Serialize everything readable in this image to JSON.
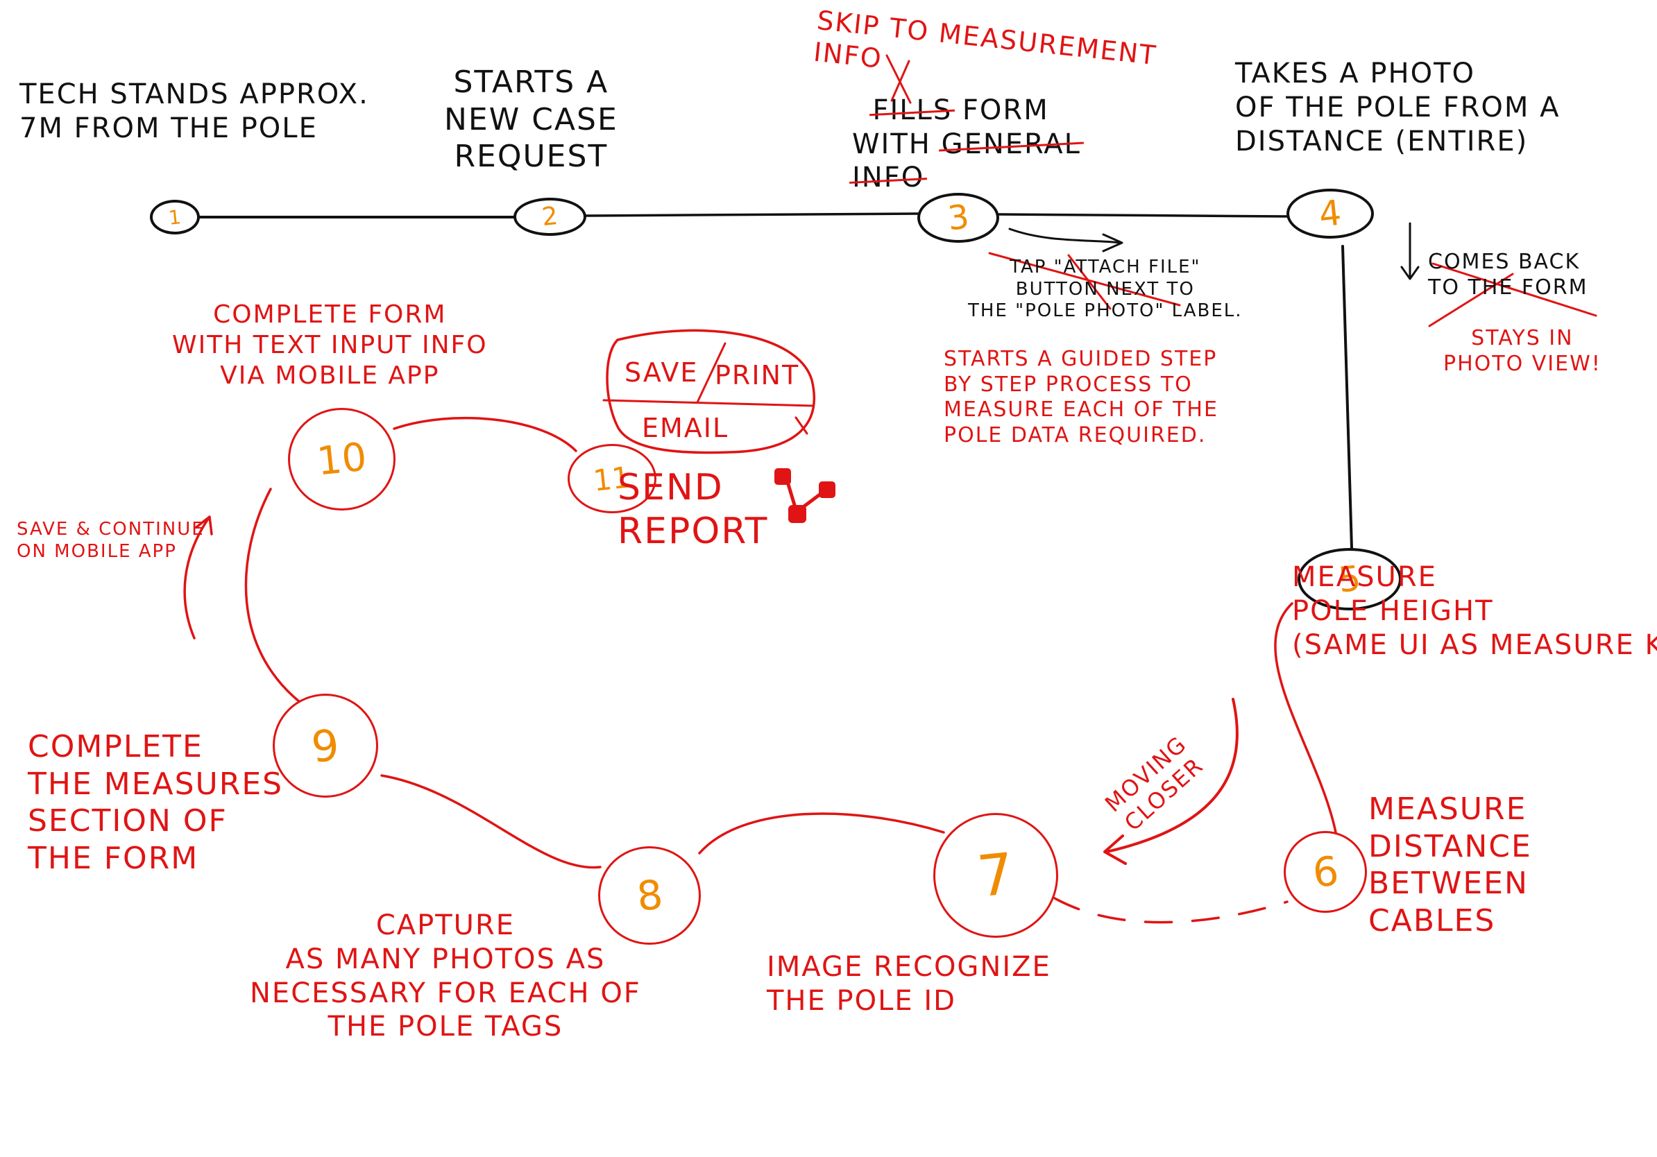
{
  "colors": {
    "ink": "#111111",
    "red_ink": "#e01414",
    "number_orange": "#f08c00",
    "background": "#ffffff"
  },
  "steps": [
    {
      "number": "1",
      "text": "Tech stands approx.\n7m from the pole",
      "ring": "black"
    },
    {
      "number": "2",
      "text": "Starts a\nnew case\nrequest",
      "ring": "black"
    },
    {
      "number": "3",
      "text": "Fills form\nwith general\ninfo",
      "ring": "black",
      "struck_words": [
        "Fills",
        "general",
        "info"
      ],
      "correction": "Skip to measurement\ninfo"
    },
    {
      "number": "4",
      "text": "Takes a photo\nof the pole from a\ndistance (entire)",
      "ring": "black"
    },
    {
      "number": "5",
      "text": "Measure\npole height\n(same UI as measure kit)",
      "ring": "black"
    },
    {
      "number": "6",
      "text": "Measure\ndistance\nbetween\ncables",
      "ring": "red"
    },
    {
      "number": "7",
      "text": "Image recognize\nthe pole ID",
      "ring": "red"
    },
    {
      "number": "8",
      "text": "Capture\nas many photos as\nnecessary for each of\nthe pole tags",
      "ring": "red"
    },
    {
      "number": "9",
      "text": "Complete\nthe measures\nsection of\nthe form",
      "ring": "red"
    },
    {
      "number": "10",
      "text": "Complete form\nwith text input info\nvia mobile app",
      "ring": "red"
    },
    {
      "number": "11",
      "text": "Send\nreport",
      "ring": "red"
    }
  ],
  "notes": {
    "step3_black": "Tap \"attach file\"\nbutton next to\nthe \"pole photo\" label.",
    "step3_red": "Starts a guided step\nby step process to\nmeasure each of the\npole data required.",
    "step4_struck": "Comes back\nto the form",
    "step4_red": "Stays in\nphoto view!",
    "moving_closer": "Moving\ncloser",
    "save_continue": "Save & continue\non mobile app",
    "report_options": [
      "Save",
      "Print",
      "Email"
    ]
  },
  "icons": [
    "share-icon",
    "down-arrow-icon",
    "right-arrow-icon",
    "curved-arrow-icon"
  ]
}
